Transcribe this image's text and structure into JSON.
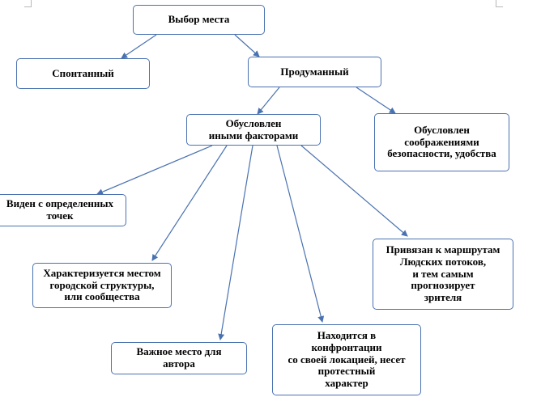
{
  "nodes": {
    "root": {
      "text": "Выбор места"
    },
    "spontaneous": {
      "text": "Спонтанный"
    },
    "thoughtful": {
      "text": "Продуманный"
    },
    "other_factors": {
      "text": "Обусловлен\nиными факторами"
    },
    "safety": {
      "text": "Обусловлен\nсоображениями\nбезопасности, удобства"
    },
    "visible": {
      "text": "Виден  с определенных\nточек"
    },
    "characterizes": {
      "text": "Характеризуется местом\nгородской структуры,\nили сообщества"
    },
    "important": {
      "text": "Важное место для\nавтора"
    },
    "confrontation": {
      "text": "Находится в\nконфронтации\nсо своей локацией, несет\nпротестный\nхарактер"
    },
    "routes": {
      "text": "Привязан к маршрутам\nЛюдских потоков,\nи тем самым\nпрогнозирует\nзрителя"
    }
  },
  "colors": {
    "border": "#4a72b0",
    "arrow": "#4a72b0",
    "text": "#000000"
  }
}
